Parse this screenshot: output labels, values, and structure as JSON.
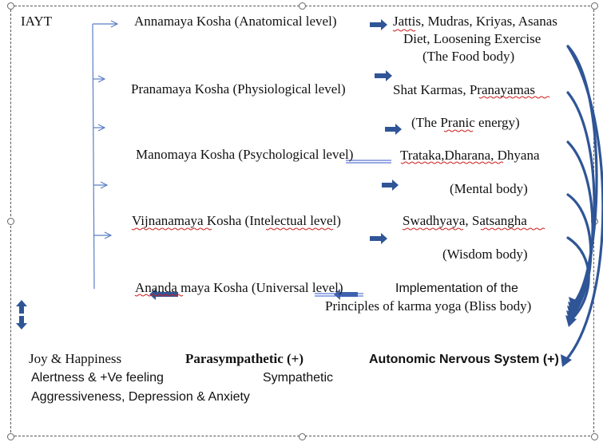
{
  "title": "IAYT",
  "colors": {
    "arrow": "#2f5597",
    "thin_arrow": "#5b7fc4",
    "frame": "#555555",
    "spell_underline": "#d02020",
    "grammar_underline": "#3355cc"
  },
  "koshas": [
    {
      "name": "Annamaya Kosha (Anatomical level)"
    },
    {
      "name": "Pranamaya Kosha (Physiological level)"
    },
    {
      "name": "Manomaya Kosha (Psychological level)"
    },
    {
      "name": "Vijnanamaya Kosha (Intelectual level)"
    },
    {
      "name": "Ananda maya Kosha (Universal level)"
    }
  ],
  "practices": {
    "annamaya": {
      "line1": "Jattis, Mudras, Kriyas, Asanas",
      "line2": "Diet, Loosening Exercise",
      "body": "(The Food body)"
    },
    "pranamaya": {
      "line1": "Shat Karmas, Pranayamas",
      "body": "(The Pranic energy)"
    },
    "manomaya": {
      "line1": "Trataka,Dharana, Dhyana",
      "body": "(Mental body)"
    },
    "vijnanamaya": {
      "line1": "Swadhyaya, Satsangha",
      "body": "(Wisdom body)"
    },
    "ananda": {
      "line1": "Implementation of the",
      "line2": "Principles of karma yoga (Bliss body)"
    }
  },
  "bottom": {
    "joy": "Joy & Happiness",
    "parasympathetic": "Parasympathetic (+)",
    "ans": "Autonomic Nervous System (+)",
    "alertness": "Alertness & +Ve feeling",
    "sympathetic": "Sympathetic",
    "negative": "Aggressiveness, Depression & Anxiety"
  }
}
